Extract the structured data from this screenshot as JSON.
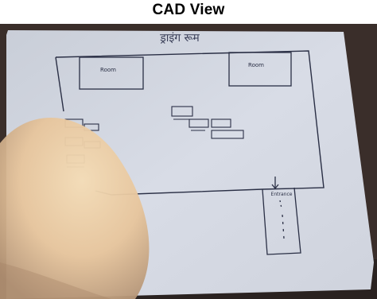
{
  "window": {
    "title": "CAD View"
  },
  "sketch": {
    "heading": "ड्राइंग रूम",
    "room_labels": [
      "Room",
      "Room"
    ],
    "annotation": "Entrance"
  },
  "colors": {
    "background": "#ffffff",
    "title_text": "#000000",
    "paper": "#d5dae4",
    "ink": "#2a2f45",
    "table_dark": "#3a2e2a",
    "hand_skin": "#e8c8a0"
  }
}
